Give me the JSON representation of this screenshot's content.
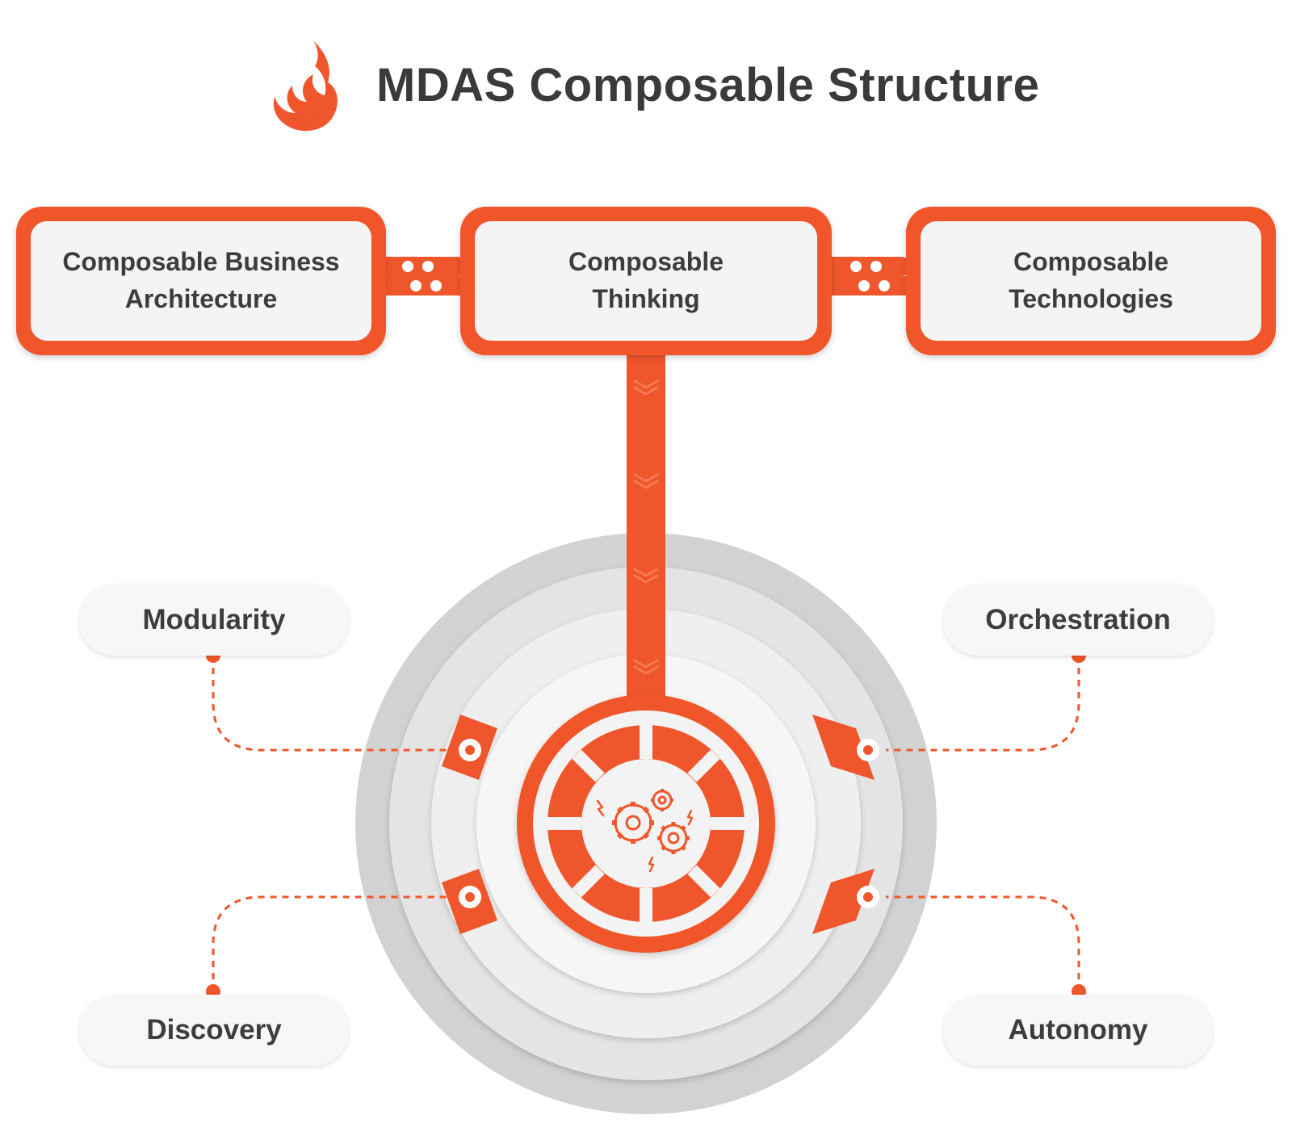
{
  "title": "MDAS Composable Structure",
  "top_boxes": [
    {
      "label": "Composable Business\nArchitecture"
    },
    {
      "label": "Composable\nThinking"
    },
    {
      "label": "Composable\nTechnologies"
    }
  ],
  "pillars": [
    {
      "label": "Modularity"
    },
    {
      "label": "Orchestration"
    },
    {
      "label": "Discovery"
    },
    {
      "label": "Autonomy"
    }
  ],
  "center_icon": "gears-icon",
  "logo_icon": "flame-logo-icon",
  "colors": {
    "accent": "#f0562b",
    "text": "#3d3d3d",
    "ring_outer": "#d2d2d2",
    "ring_mid": "#e6e6e6",
    "ring_inner": "#f3f3f3",
    "box_fill": "#f4f4f4"
  }
}
